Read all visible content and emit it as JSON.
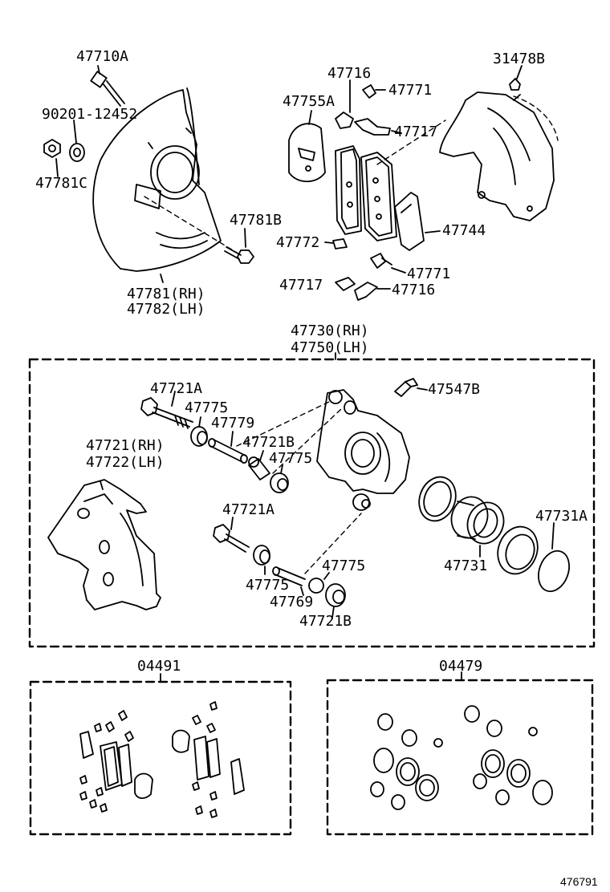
{
  "callouts": {
    "bolt_47710a": "47710A",
    "bolt_90201": "90201-12452",
    "nut_47781c": "47781C",
    "bolt_47781b": "47781B",
    "dust_cover_rh": "47781(RH)",
    "dust_cover_lh": "47782(LH)",
    "clip_47716_upper": "47716",
    "shim_47755a": "47755A",
    "clip_47771_upper": "47771",
    "clip_47717_upper": "47717",
    "cap_31478b": "31478B",
    "clip_47772": "47772",
    "shim_47744": "47744",
    "clip_47771_lower": "47771",
    "clip_47717_lower": "47717",
    "clip_47716_lower": "47716",
    "caliper_rh": "47730(RH)",
    "caliper_lh": "47750(LH)",
    "bolt_47721a_upper": "47721A",
    "bleeder_47547b": "47547B",
    "boot_47775_upper_a": "47775",
    "pin_47779": "47779",
    "bracket_rh": "47721(RH)",
    "bracket_lh": "47722(LH)",
    "bushing_47721b_upper": "47721B",
    "boot_47775_upper_b": "47775",
    "bolt_47721a_lower": "47721A",
    "boot_set_47731a": "47731A",
    "piston_47731": "47731",
    "boot_47775_lower_b": "47775",
    "boot_47775_lower_a": "47775",
    "pin_47769": "47769",
    "bushing_47721b_lower": "47721B",
    "kit_04491": "04491",
    "kit_04479": "04479",
    "figure_ref": "476791"
  }
}
